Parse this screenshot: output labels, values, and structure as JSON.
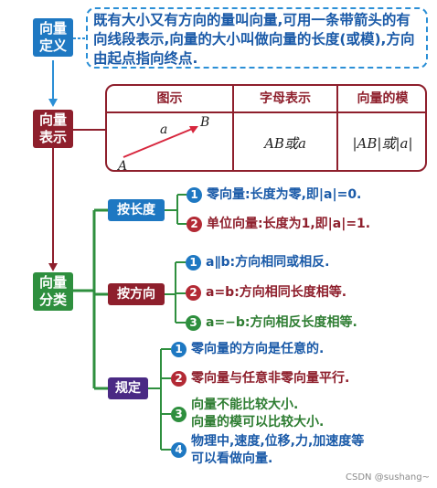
{
  "tags": {
    "definition": [
      "向量",
      "定义"
    ],
    "representation": [
      "向量",
      "表示"
    ],
    "classification": [
      "向量",
      "分类"
    ]
  },
  "definition_text": "既有大小又有方向的量叫向量,可用一条带箭头的有向线段表示,向量的大小叫做向量的长度(或模),方向由起点指向终点.",
  "table": {
    "headers": [
      "图示",
      "字母表示",
      "向量的模"
    ],
    "figure_labels": {
      "start": "A",
      "end": "B",
      "name": "a"
    },
    "letter_repr": "AB或a",
    "modulus_repr": "|AB|或|a|"
  },
  "groups": [
    {
      "label": "按长度",
      "items": [
        {
          "num": "1",
          "text": "零向量:长度为零,即|a|=0."
        },
        {
          "num": "2",
          "text": "单位向量:长度为1,即|a|=1."
        }
      ]
    },
    {
      "label": "按方向",
      "items": [
        {
          "num": "1",
          "text": "a∥b:方向相同或相反."
        },
        {
          "num": "2",
          "text": "a=b:方向相同长度相等."
        },
        {
          "num": "3",
          "text": "a=−b:方向相反长度相等."
        }
      ]
    },
    {
      "label": "规定",
      "items": [
        {
          "num": "1",
          "text": "零向量的方向是任意的."
        },
        {
          "num": "2",
          "text": "零向量与任意非零向量平行."
        },
        {
          "num": "3",
          "text": "向量不能比较大小.",
          "text2": "向量的模可以比较大小."
        },
        {
          "num": "4",
          "text": "物理中,速度,位移,力,加速度等",
          "text2": "可以看做向量."
        }
      ]
    }
  ],
  "watermark": "CSDN @sushang~",
  "colors": {
    "blue": "#1e78c2",
    "red": "#8e1f2c",
    "green": "#2e8f3e",
    "purple": "#4a2a84"
  }
}
